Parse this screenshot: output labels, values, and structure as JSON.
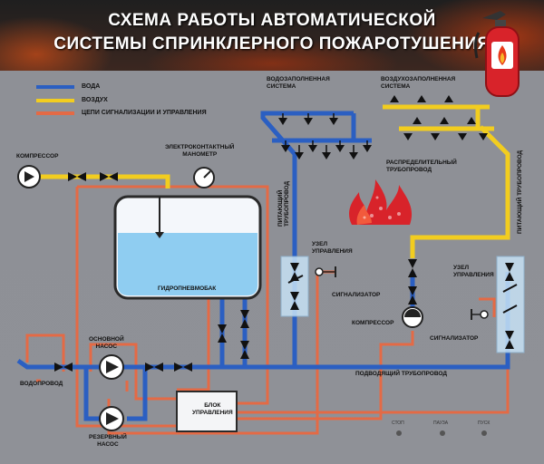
{
  "title": {
    "line1": "СХЕМА РАБОТЫ АВТОМАТИЧЕСКОЙ",
    "line2": "СИСТЕМЫ СПРИНКЛЕРНОГО ПОЖАРОТУШЕНИЯ"
  },
  "legend": {
    "water": "ВОДА",
    "air": "ВОЗДУХ",
    "control": "ЦЕПИ СИГНАЛИЗАЦИИ И УПРАВЛЕНИЯ"
  },
  "colors": {
    "water": "#2b5fc2",
    "air": "#f2cd1f",
    "control": "#e46a45"
  },
  "labels": {
    "compressor_left": "КОМПРЕССОР",
    "manometer": "ЭЛЕКТРОКОНТАКТНЫЙ\nМАНОМЕТР",
    "water_system": "ВОДОЗАПОЛНЕННАЯ\nСИСТЕМА",
    "air_system": "ВОЗДУХОЗАПОЛНЕННАЯ\nСИСТЕМА",
    "distribution_pipe": "РАСПРЕДЕЛИТЕЛЬНЫЙ\nТРУБОПРОВОД",
    "feed_pipe_left": "ПИТАЮЩИЙ\nТРУБОПРОВОД",
    "feed_pipe_right": "ПИТАЮЩИЙ ТРУБОПРОВОД",
    "control_node_left": "УЗЕЛ\nУПРАВЛЕНИЯ",
    "control_node_right": "УЗЕЛ\nУПРАВЛЕНИЯ",
    "tank": "ГИДРОПНЕВМОБАК",
    "signaler_left": "СИГНАЛИЗАТОР",
    "signaler_right": "СИГНАЛИЗАТОР",
    "compressor_right": "КОМПРЕССОР",
    "main_pump": "ОСНОВНОЙ\nНАСОС",
    "reserve_pump": "РЕЗЕРВНЫЙ\nНАСОС",
    "water_supply": "ВОДОПРОВОД",
    "supply_pipe": "ПОДВОДЯЩИЙ ТРУБОПРОВОД",
    "control_block": "БЛОК\nУПРАВЛЕНИЯ"
  },
  "controls": {
    "stop": "СТОП",
    "pause": "ПАУЗА",
    "start": "ПУСК"
  },
  "icons": {
    "extinguisher": "fire-extinguisher-icon",
    "fire": "fire-icon",
    "sprinkler": "sprinkler-icon",
    "valve": "valve-icon",
    "pump": "pump-icon",
    "gauge": "gauge-icon"
  }
}
